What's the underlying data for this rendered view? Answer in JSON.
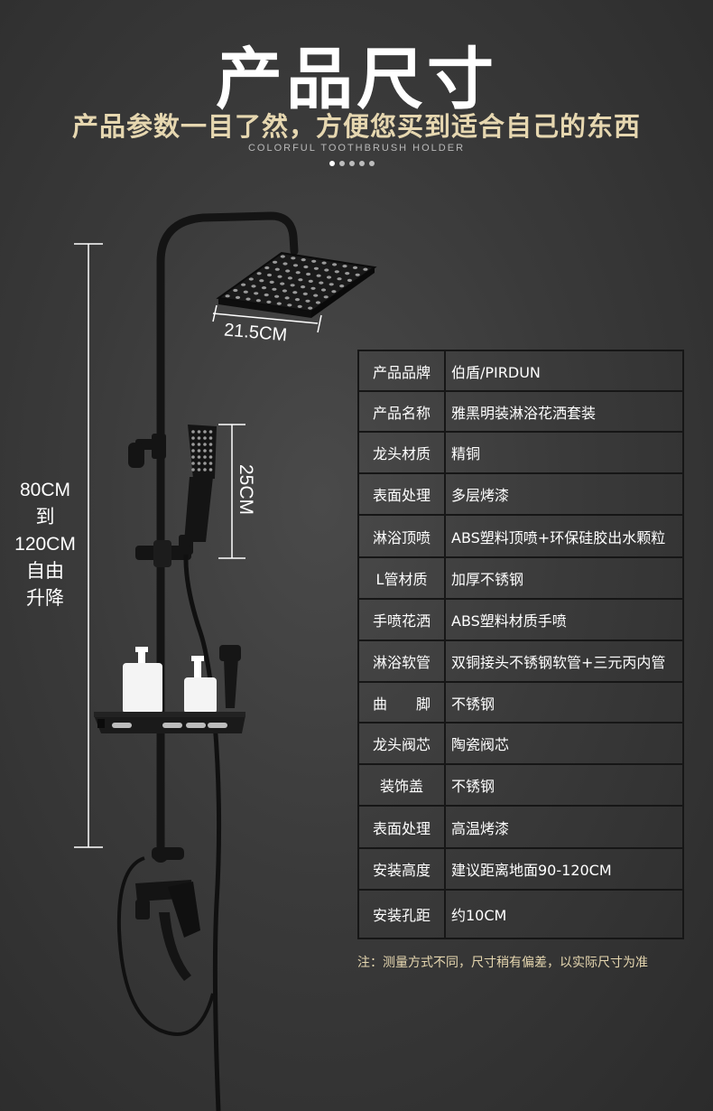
{
  "header": {
    "title": "产品尺寸",
    "subtitle": "产品参数一目了然，方便您买到适合自己的东西",
    "tagline": "COLORFUL TOOTHBRUSH HOLDER",
    "dots": 5
  },
  "dimensions": {
    "head_width": "21.5CM",
    "handheld_height": "25CM",
    "range_label": [
      "80CM",
      "到",
      "120CM",
      "自由",
      "升降"
    ]
  },
  "spec_table": {
    "rows": [
      {
        "label": "产品品牌",
        "value": "伯盾/PIRDUN"
      },
      {
        "label": "产品名称",
        "value": "雅黑明装淋浴花洒套装"
      },
      {
        "label": "龙头材质",
        "value": "精铜"
      },
      {
        "label": "表面处理",
        "value": "多层烤漆"
      },
      {
        "label": "淋浴顶喷",
        "value": "ABS塑料顶喷+环保硅胶出水颗粒"
      },
      {
        "label": "L管材质",
        "value": "加厚不锈钢"
      },
      {
        "label": "手喷花洒",
        "value": "ABS塑料材质手喷"
      },
      {
        "label": "淋浴软管",
        "value": "双铜接头不锈钢软管+三元丙内管"
      },
      {
        "label": "曲　　脚",
        "value": "不锈钢"
      },
      {
        "label": "龙头阀芯",
        "value": "陶瓷阀芯"
      },
      {
        "label": "装饰盖",
        "value": "不锈钢"
      },
      {
        "label": "表面处理",
        "value": "高温烤漆"
      },
      {
        "label": "安装高度",
        "value": "建议距离地面90-120CM"
      },
      {
        "label": "安装孔距",
        "value": "约10CM"
      }
    ]
  },
  "note": "注：测量方式不同，尺寸稍有偏差，以实际尺寸为准",
  "colors": {
    "background": "#3a3a3a",
    "accent_gold": "#e6d7b0",
    "product_black": "#141414"
  }
}
